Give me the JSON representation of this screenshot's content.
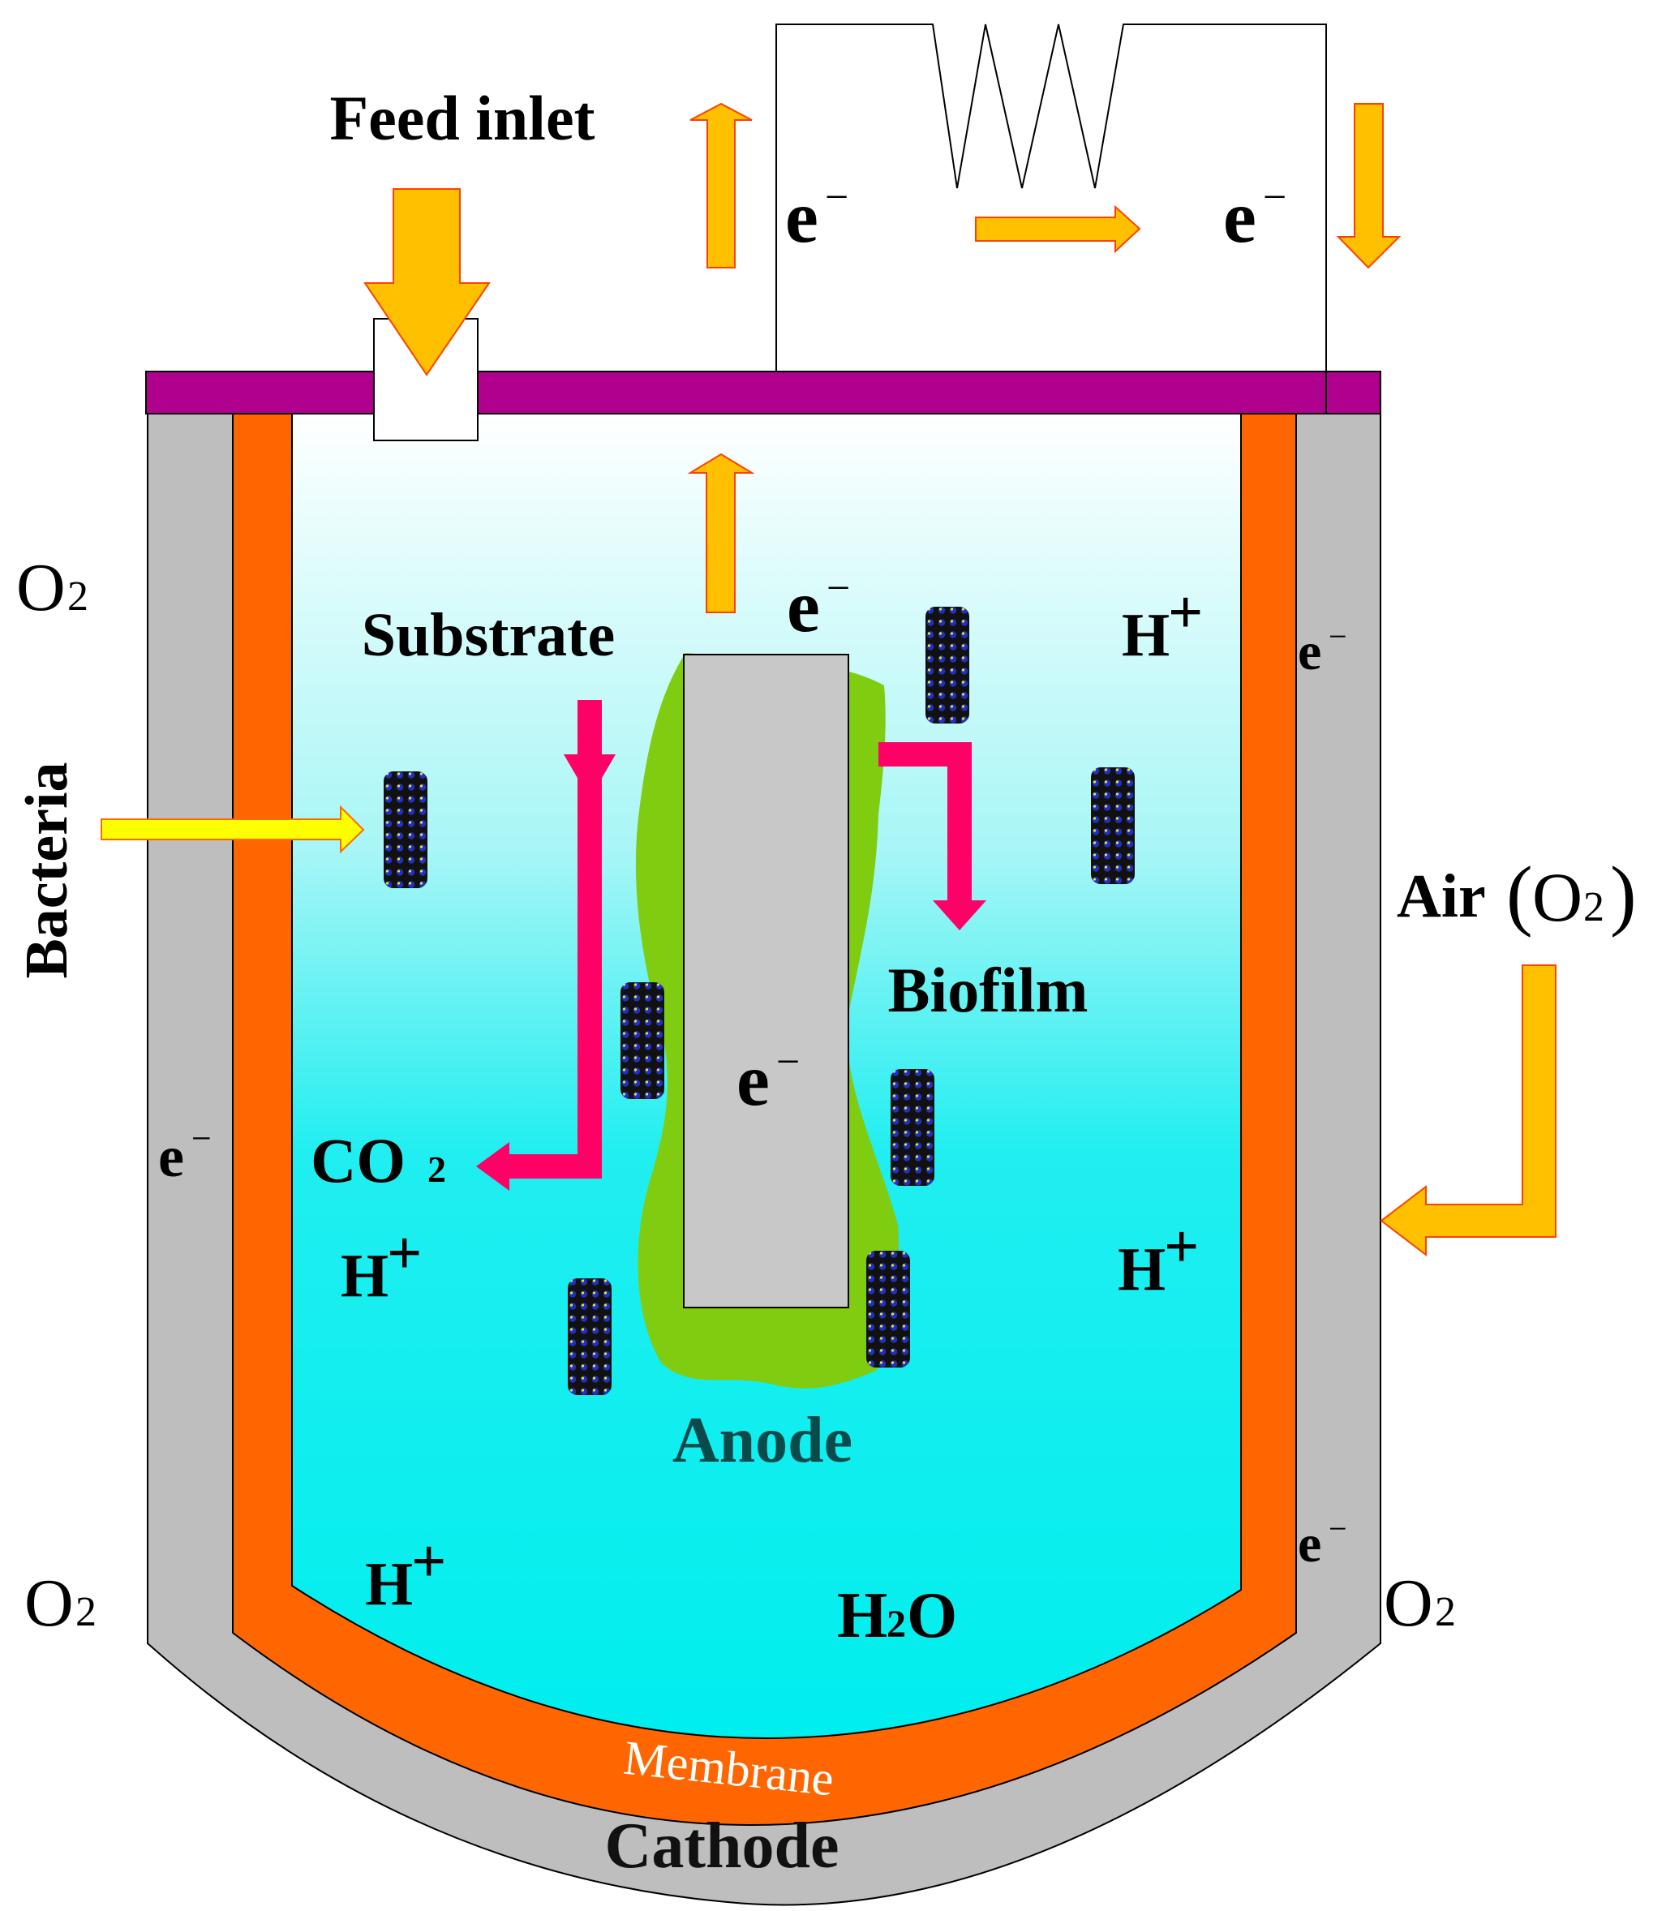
{
  "labels": {
    "feed_inlet": "Feed inlet",
    "substrate": "Substrate",
    "biofilm": "Biofilm",
    "anode": "Anode",
    "cathode": "Cathode",
    "membrane": "Membrane",
    "bacteria": "Bacteria",
    "air_o2_prefix": "Air",
    "air_o2_open": "(",
    "air_o2_o": "O",
    "air_o2_sub": "2",
    "air_o2_close": ")",
    "co2_main": "CO",
    "co2_sub": "2",
    "h2o_h": "H",
    "h2o_sub": "2",
    "h2o_o": "O",
    "o2_main": "O",
    "o2_sub": "2",
    "h_main": "H",
    "h_sup": "+",
    "e_main": "e",
    "e_sup": "−"
  },
  "colors": {
    "lid": "#b0008e",
    "cathode_wall": "#bebebe",
    "membrane": "#ff6600",
    "electrolyte_top": "#ffffff",
    "electrolyte_bottom": "#00eeee",
    "biofilm": "#80cc10",
    "anode": "#c8c8c8",
    "flow_arrow": "#ff0066",
    "electron_arrow": "#ffc000",
    "electron_arrow_outline": "#ff4000",
    "bacteria_arrow": "#ffff00"
  }
}
